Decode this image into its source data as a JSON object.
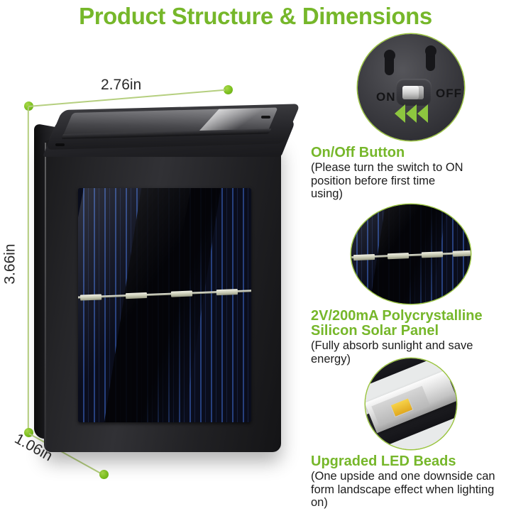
{
  "page": {
    "title": "Product Structure & Dimensions",
    "accent_green": "#76b72a",
    "dot_green": "#8cc63f",
    "line_green": "#b5cf7f",
    "body_text_color": "#1c1c1c"
  },
  "dimensions": {
    "width_label": "2.76in",
    "height_label": "3.66in",
    "depth_label": "1.06in"
  },
  "product": {
    "name": "solar-wall-light",
    "switch_on_label": "ON",
    "switch_off_label": "OFF"
  },
  "callouts": [
    {
      "id": "on-off-button",
      "heading": "On/Off Button",
      "sub": "(Please turn the switch to ON position before first time using)",
      "on_label": "ON",
      "off_label": "OFF"
    },
    {
      "id": "solar-panel",
      "heading": "2V/200mA Polycrystalline Silicon Solar Panel",
      "sub": "(Fully absorb sunlight and save energy)"
    },
    {
      "id": "led-beads",
      "heading": "Upgraded LED Beads",
      "sub": "(One upside and one downside can form landscape effect when lighting on)"
    }
  ]
}
